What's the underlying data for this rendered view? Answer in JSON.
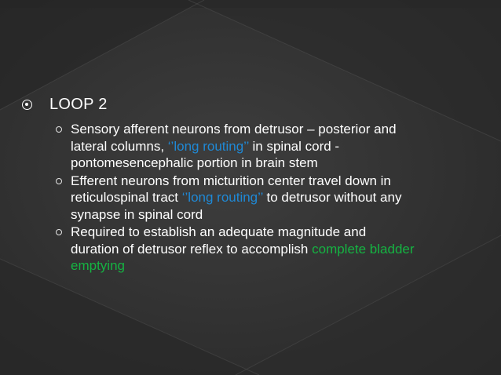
{
  "heading": "LOOP 2",
  "bullets": [
    {
      "text_1": "Sensory afferent neurons from detrusor – posterior and lateral columns, ",
      "highlight": "‘’long routing’’",
      "text_2": " in spinal cord - pontomesencephalic portion in brain stem"
    },
    {
      "text_1": "Efferent neurons from micturition center travel down in reticulospinal tract ",
      "highlight": "‘’long routing’’",
      "text_2": " to detrusor without any synapse in spinal cord"
    },
    {
      "text_1": "Required to establish an adequate magnitude and duration of detrusor reflex to accomplish ",
      "highlight": "complete bladder emptying",
      "text_2": ""
    }
  ],
  "colors": {
    "background": "#333333",
    "text": "#ffffff",
    "highlight_blue": "#1f89d6",
    "highlight_green": "#15b342"
  }
}
